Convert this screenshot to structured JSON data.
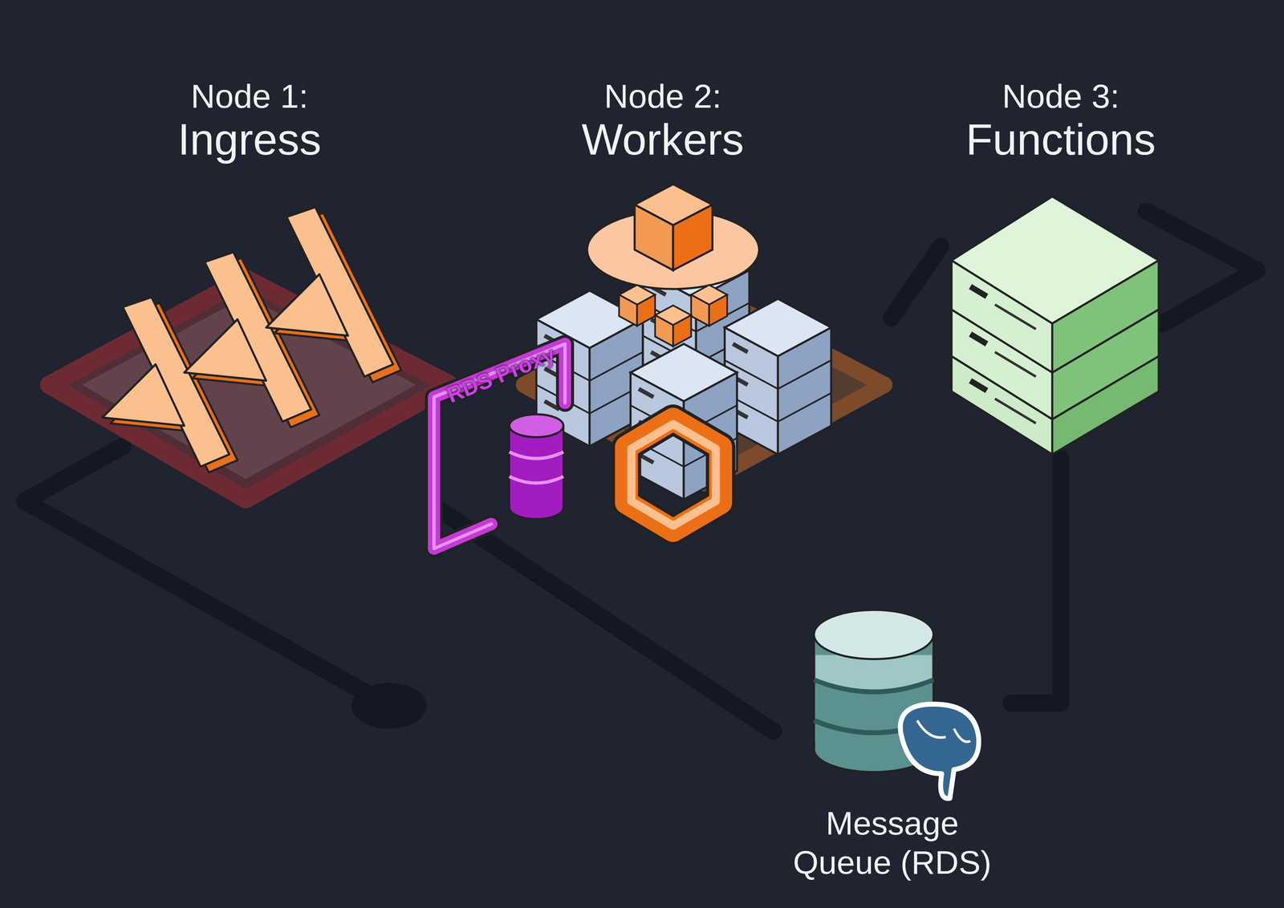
{
  "diagram": {
    "nodes": [
      {
        "text": [
          "Node 1:",
          "Ingress"
        ]
      },
      {
        "text": [
          "Node 2:",
          "Workers"
        ]
      },
      {
        "text": [
          "RDS Proxy"
        ],
        "in": 1
      },
      {
        "text": [
          "Node 3:",
          "Functions"
        ]
      },
      {
        "text": [
          "Message Queue (RDS)"
        ]
      }
    ],
    "edges": [
      {
        "from": 0,
        "to": 4,
        "arrow": "none"
      },
      {
        "from": 1,
        "to": 3,
        "arrow": "none"
      },
      {
        "from": 4,
        "to": 3,
        "arrow": "none"
      }
    ]
  }
}
